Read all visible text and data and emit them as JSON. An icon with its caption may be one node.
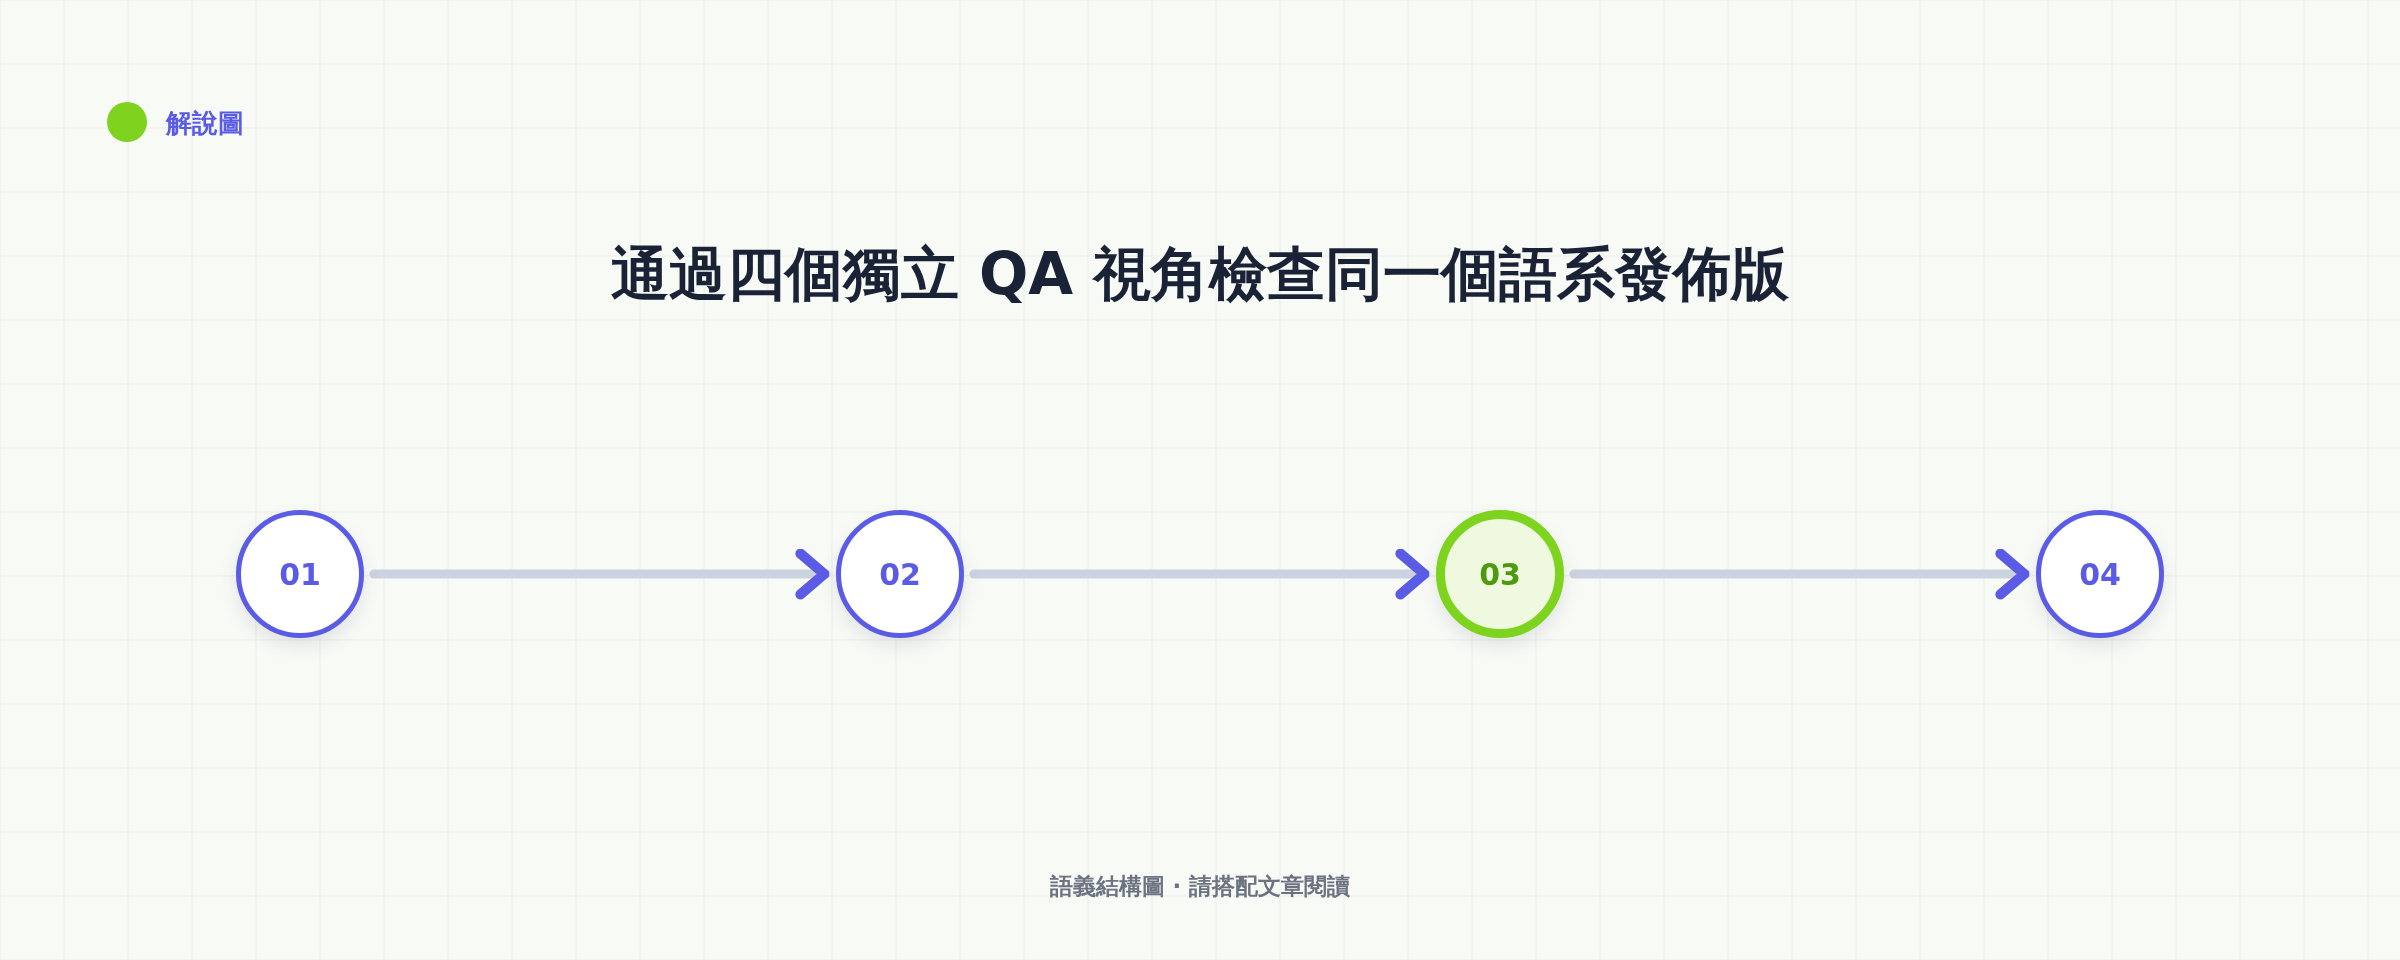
{
  "diagram": {
    "title": "通過四個獨立 QA 視角檢查同一個語系發佈版",
    "nodes": [
      {
        "text": [
          "01"
        ]
      },
      {
        "text": [
          "02"
        ]
      },
      {
        "text": [
          "03"
        ]
      },
      {
        "text": [
          "04"
        ]
      }
    ],
    "edges": [
      {
        "from": 0,
        "to": 1,
        "arrow": "to"
      },
      {
        "from": 1,
        "to": 2,
        "arrow": "to"
      },
      {
        "from": 2,
        "to": 3,
        "arrow": "to"
      }
    ],
    "labels": [
      "解說圖",
      "語義結構圖 · 請搭配文章閱讀"
    ]
  }
}
